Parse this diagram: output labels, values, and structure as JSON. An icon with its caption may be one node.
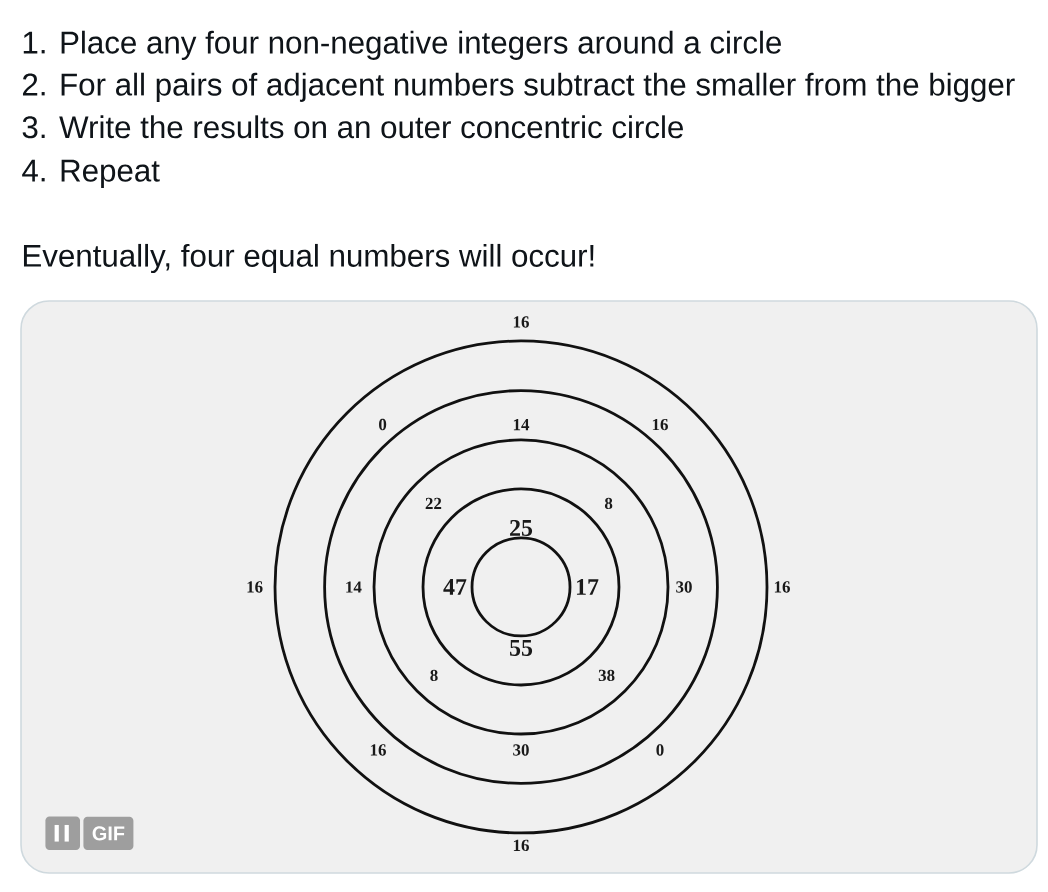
{
  "diagram": {
    "labels": [
      "1. Place any four non-negative integers around a circle",
      "2. For all pairs of adjacent numbers subtract the smaller from the bigger",
      "3. Write the results on an outer concentric circle",
      "4. Repeat",
      "Eventually, four equal numbers will occur!",
      "16",
      "0",
      "14",
      "16",
      "22",
      "8",
      "25",
      "16",
      "14",
      "47",
      "17",
      "30",
      "16",
      "55",
      "8",
      "38",
      "16",
      "30",
      "0",
      "GIF",
      "16"
    ]
  }
}
